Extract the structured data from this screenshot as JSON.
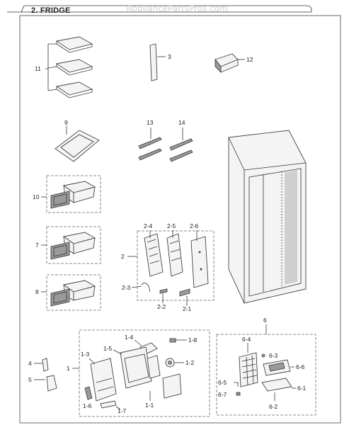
{
  "header": {
    "title": "2. FRIDGE",
    "watermark": "AppliancePartsPros.com"
  },
  "callouts": {
    "c11": "11",
    "c3": "3",
    "c12": "12",
    "c9": "9",
    "c13": "13",
    "c14": "14",
    "c10": "10",
    "c7": "7",
    "c8": "8",
    "c2": "2",
    "c2_4": "2-4",
    "c2_5": "2-5",
    "c2_6": "2-6",
    "c2_3": "2-3",
    "c2_2": "2-2",
    "c2_1": "2-1",
    "c6": "6",
    "c6_4": "6-4",
    "c6_3": "6-3",
    "c6_6": "6-6",
    "c6_5": "6-5",
    "c6_7": "6-7",
    "c6_1": "6-1",
    "c6_2": "6-2",
    "c1": "1",
    "c1_4": "1-4",
    "c1_8": "1-8",
    "c1_3": "1-3",
    "c1_5": "1-5",
    "c1_2": "1-2",
    "c1_6": "1-6",
    "c1_7": "1-7",
    "c1_1": "1-1",
    "c4": "4",
    "c5": "5"
  }
}
